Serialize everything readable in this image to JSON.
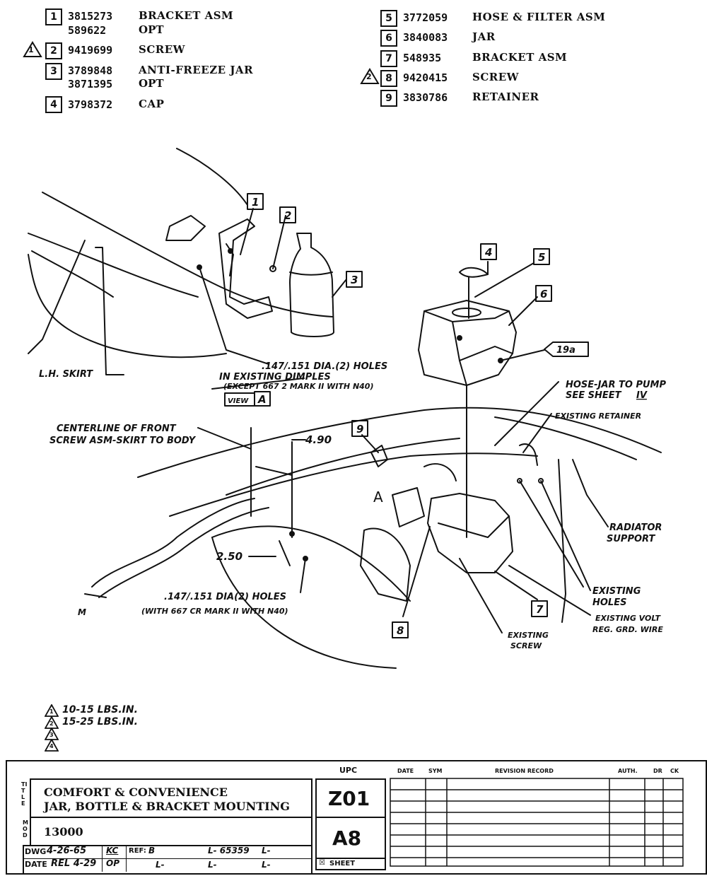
{
  "parts_list": [
    {
      "index": "1",
      "part_no": "3815273",
      "description": "BRACKET ASM",
      "alt_part_no": "589622",
      "alt_description": "OPT",
      "warning": false
    },
    {
      "index": "2",
      "part_no": "9419699",
      "description": "SCREW",
      "warning": true,
      "warning_label": "1"
    },
    {
      "index": "3",
      "part_no": "3789848",
      "description": "ANTI-FREEZE JAR",
      "alt_part_no": "3871395",
      "alt_description": "OPT",
      "warning": false
    },
    {
      "index": "4",
      "part_no": "3798372",
      "description": "CAP",
      "warning": false
    },
    {
      "index": "5",
      "part_no": "3772059",
      "description": "HOSE & FILTER ASM",
      "warning": false
    },
    {
      "index": "6",
      "part_no": "3840083",
      "description": "JAR",
      "warning": false
    },
    {
      "index": "7",
      "part_no": "548935",
      "description": "BRACKET ASM",
      "warning": false
    },
    {
      "index": "8",
      "part_no": "9420415",
      "description": "SCREW",
      "warning": true,
      "warning_label": "2"
    },
    {
      "index": "9",
      "part_no": "3830786",
      "description": "RETAINER",
      "warning": false
    }
  ],
  "callouts": {
    "c1": "1",
    "c2": "2",
    "c3": "3",
    "c4": "4",
    "c5": "5",
    "c6": "6",
    "c7": "7",
    "c8": "8",
    "c9": "9",
    "ref_19a": "19a",
    "view_a_prefix": "VIEW",
    "view_a_letter": "A",
    "section_a": "A"
  },
  "annotations": {
    "holes_existing_line1": ".147/.151 DIA.(2) HOLES",
    "holes_existing_line2": "IN EXISTING DIMPLES",
    "holes_existing_line3": "(EXCEPT 667 2 MARK II WITH N40)",
    "lh_skirt": "L.H. SKIRT",
    "hose_jar_line1": "HOSE-JAR TO PUMP",
    "hose_jar_line2": "SEE SHEET",
    "hose_jar_sheet": "IV",
    "existing_retainer": "EXISTING RETAINER",
    "centerline_line1": "CENTERLINE OF FRONT",
    "centerline_line2": "SCREW ASM-SKIRT TO BODY",
    "dim_490": "4.90",
    "dim_250": "2.50",
    "radiator_line1": "RADIATOR",
    "radiator_line2": "SUPPORT",
    "existing_holes_line1": "EXISTING",
    "existing_holes_line2": "HOLES",
    "existing_volt_line1": "EXISTING VOLT",
    "existing_volt_line2": "REG. GRD. WIRE",
    "existing_screw_line1": "EXISTING",
    "existing_screw_line2": "SCREW",
    "holes_mark2_line1": ".147/.151 DIA(2) HOLES",
    "holes_mark2_line2": "(WITH 667 CR MARK II WITH N40)",
    "letter_m": "M"
  },
  "torque_notes": [
    {
      "label": "1",
      "text": "10-15 LBS.IN."
    },
    {
      "label": "2",
      "text": "15-25 LBS.IN."
    },
    {
      "label": "3",
      "text": ""
    },
    {
      "label": "4",
      "text": ""
    }
  ],
  "title_block": {
    "title_side_label": "TITLE",
    "title_line1": "COMFORT & CONVENIENCE",
    "title_line2": "JAR, BOTTLE & BRACKET MOUNTING",
    "mod_side_label": "MOD",
    "mod_value": "13000",
    "dwg_label": "DWG",
    "dwg_value": "4-26-65",
    "dwg_initials": "KC",
    "date_label": "DATE",
    "date_value": "REL 4-29",
    "date_initials": "OP",
    "ref_label": "REF:",
    "ref_value": "B",
    "l_values": [
      "L- 65359",
      "L-",
      "L-",
      "L-",
      "L-"
    ],
    "upc_header": "UPC",
    "upc_value": "Z01",
    "sheet_value": "A8",
    "sheet_label": "SHEET",
    "revision_headers": [
      "DATE",
      "SYM",
      "REVISION RECORD",
      "AUTH.",
      "DR",
      "CK"
    ]
  }
}
